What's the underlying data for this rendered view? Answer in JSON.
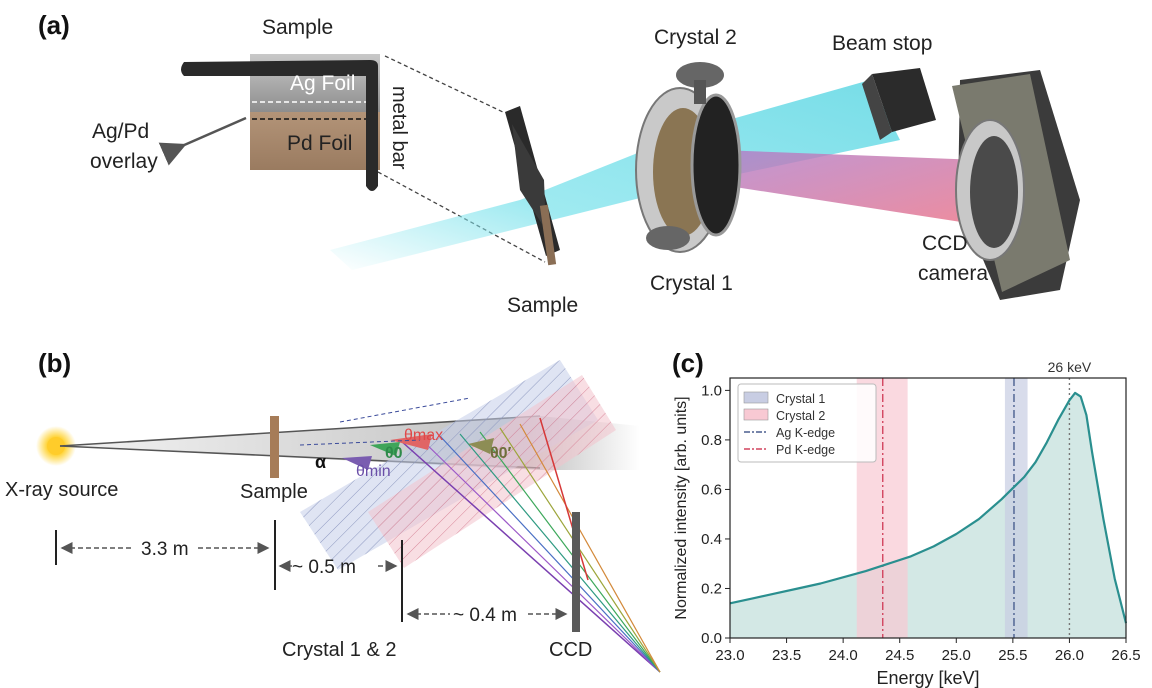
{
  "panel_a": {
    "label": "(a)",
    "inset": {
      "title": "Sample",
      "ag_foil": "Ag Foil",
      "pd_foil": "Pd Foil",
      "metal_bar": "metal bar",
      "overlay_line1": "Ag/Pd",
      "overlay_line2": "overlay"
    },
    "sample": "Sample",
    "crystal2": "Crystal 2",
    "crystal1": "Crystal 1",
    "beam_stop": "Beam stop",
    "ccd_line1": "CCD",
    "ccd_line2": "camera"
  },
  "panel_b": {
    "label": "(b)",
    "xray_source": "X-ray source",
    "sample": "Sample",
    "crystals": "Crystal 1 & 2",
    "ccd": "CCD",
    "alpha": "α",
    "theta_max": "θmax",
    "theta_0": "θ0",
    "theta_0_prime": "θ0′",
    "theta_min": "θmin",
    "dist_source_sample": "3.3 m",
    "dist_sample_crystal": "~ 0.5 m",
    "dist_crystal_ccd": "~ 0.4 m"
  },
  "panel_c": {
    "label": "(c)",
    "peak_annotation": "26 keV"
  },
  "colors": {
    "spectrum": "#2a8f8f",
    "spectrum_fill": "#d3e8e5",
    "crystal1_band": "#c8cde3",
    "crystal2_band": "#f8c9d3",
    "ag_edge": "#4a5f8f",
    "pd_edge": "#d2445f",
    "beam_cyan": "#7fe3ec",
    "beam_pink": "#e97f9a"
  },
  "chart_data": {
    "type": "area",
    "xlabel": "Energy [keV]",
    "ylabel": "Normalized intensity [arb. units]",
    "xlim": [
      23.0,
      26.5
    ],
    "ylim": [
      0.0,
      1.05
    ],
    "xticks": [
      23.0,
      23.5,
      24.0,
      24.5,
      25.0,
      25.5,
      26.0,
      26.5
    ],
    "yticks": [
      0.0,
      0.2,
      0.4,
      0.6,
      0.8,
      1.0
    ],
    "grid": false,
    "legend_position": "top-left",
    "series": [
      {
        "name": "",
        "x": [
          23.0,
          23.2,
          23.4,
          23.6,
          23.8,
          24.0,
          24.2,
          24.4,
          24.6,
          24.8,
          25.0,
          25.2,
          25.4,
          25.6,
          25.7,
          25.8,
          25.9,
          26.0,
          26.05,
          26.1,
          26.15,
          26.2,
          26.3,
          26.4,
          26.5
        ],
        "y": [
          0.14,
          0.16,
          0.18,
          0.2,
          0.22,
          0.245,
          0.27,
          0.3,
          0.33,
          0.37,
          0.42,
          0.48,
          0.56,
          0.65,
          0.71,
          0.79,
          0.88,
          0.96,
          0.99,
          0.975,
          0.9,
          0.75,
          0.48,
          0.24,
          0.06
        ]
      }
    ],
    "bands": [
      {
        "name": "Crystal 1",
        "x0": 25.43,
        "x1": 25.63
      },
      {
        "name": "Crystal 2",
        "x0": 24.12,
        "x1": 24.57
      }
    ],
    "vlines": [
      {
        "name": "Ag K-edge",
        "x": 25.51,
        "style": "dashdot"
      },
      {
        "name": "Pd K-edge",
        "x": 24.35,
        "style": "dashdot"
      },
      {
        "name": "",
        "x": 26.0,
        "style": "dotted"
      }
    ]
  }
}
